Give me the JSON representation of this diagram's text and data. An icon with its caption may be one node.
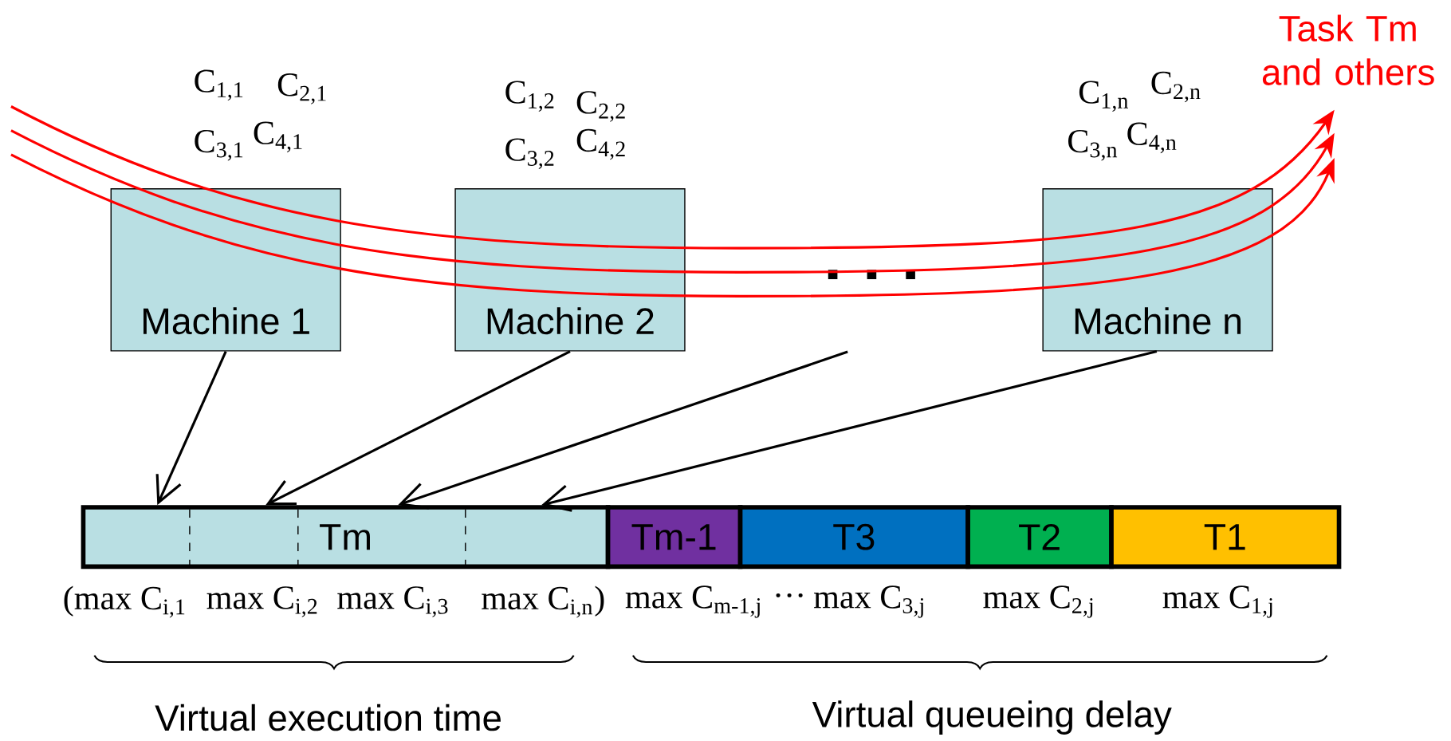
{
  "diagram": {
    "nodes": [
      {
        "text": [
          "Machine 1"
        ],
        "beside": [
          "C$_{1,1}$",
          "C$_{2,1}$",
          "C$_{3,1}$",
          "C$_{4,1}$"
        ]
      },
      {
        "text": [
          "Machine 2"
        ],
        "beside": [
          "C$_{1,2}$",
          "C$_{2,2}$",
          "C$_{3,2}$",
          "C$_{4,2}$"
        ]
      },
      {
        "text": [],
        "shape": "dots"
      },
      {
        "text": [
          "Machine n"
        ],
        "beside": [
          "C$_{1,n}$",
          "C$_{2,n}$",
          "C$_{3,n}$",
          "C$_{4,n}$"
        ]
      },
      {
        "text": [
          "Tm"
        ]
      },
      {
        "text": [
          "Tm-1"
        ]
      },
      {
        "text": [
          "T3"
        ]
      },
      {
        "text": [
          "T2"
        ]
      },
      {
        "text": [
          "T1"
        ]
      },
      {
        "text": [
          "Task Tm and others"
        ]
      }
    ],
    "edges": [
      {
        "from": 0,
        "to": 4,
        "arrow": "to"
      },
      {
        "from": 1,
        "to": 4,
        "arrow": "to"
      },
      {
        "from": 2,
        "to": 4,
        "arrow": "to"
      },
      {
        "from": 3,
        "to": 4,
        "arrow": "to"
      },
      {
        "from": null,
        "to": 9,
        "arrow": "to",
        "color": "#ff0000"
      },
      {
        "from": null,
        "to": 9,
        "arrow": "to",
        "color": "#ff0000"
      },
      {
        "from": null,
        "to": 9,
        "arrow": "to",
        "color": "#ff0000"
      }
    ],
    "labels": [
      "(max C$_{i,1}$",
      "max C$_{i,2}$",
      "max C$_{i,3}$",
      "max C$_{i,n}$)",
      "max C$_{m-1,j}$",
      "···",
      "max C$_{3,j}$",
      "max C$_{2,j}$",
      "max C$_{1,j}$",
      "Virtual execution time",
      "Virtual queueing delay"
    ]
  }
}
